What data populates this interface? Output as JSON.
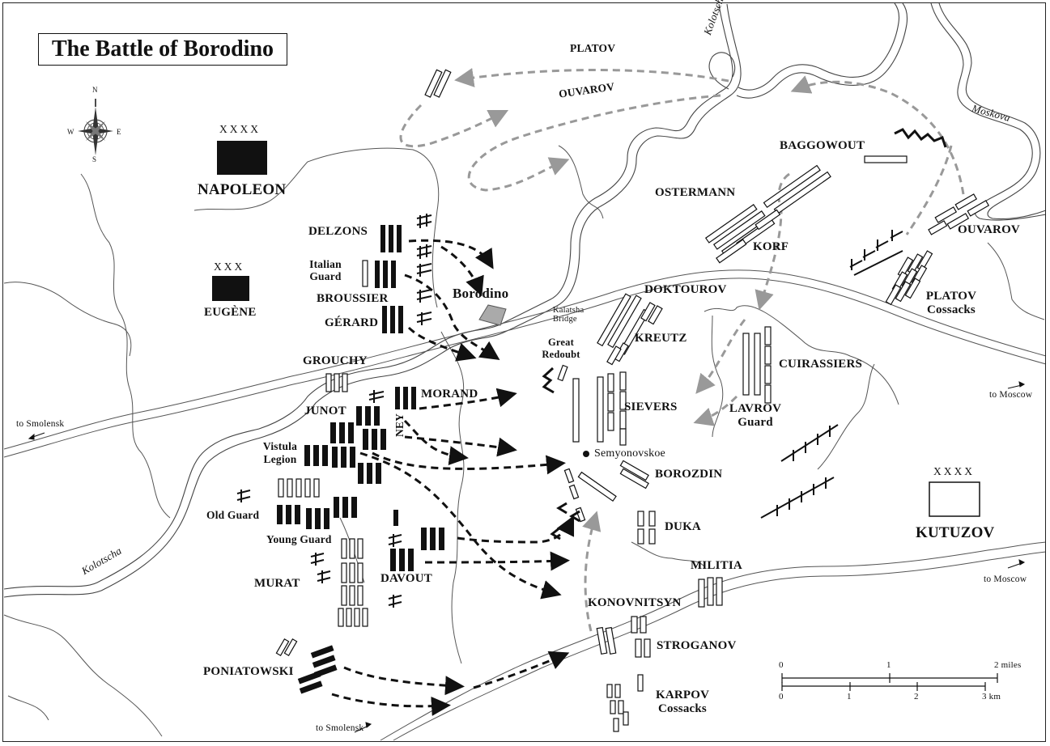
{
  "title": "The Battle of Borodino",
  "compass": {
    "n": "N",
    "s": "S",
    "e": "E",
    "w": "W",
    "icon": "compass-rose-icon"
  },
  "commanders": {
    "napoleon": {
      "name": "NAPOLEON",
      "echelon": "XXXX"
    },
    "eugene": {
      "name": "EUGÈNE",
      "echelon": "XXX"
    },
    "kutuzov": {
      "name": "KUTUZOV",
      "echelon": "XXXX"
    }
  },
  "french_units": {
    "delzons": "DELZONS",
    "italian_guard": "Italian Guard",
    "broussier": "BROUSSIER",
    "gerard": "GÉRARD",
    "grouchy": "GROUCHY",
    "junot": "JUNOT",
    "morand": "MORAND",
    "ney": "NEY",
    "vistula_legion": "Vistula Legion",
    "old_guard": "Old Guard",
    "young_guard": "Young Guard",
    "murat": "MURAT",
    "davout": "DAVOUT",
    "poniatowski": "PONIATOWSKI"
  },
  "russian_units": {
    "platov_top": "PLATOV",
    "ouvarov_top": "OUVAROV",
    "baggowout": "BAGGOWOUT",
    "ostermann": "OSTERMANN",
    "korf": "KORF",
    "ouvarov_right": "OUVAROV",
    "platov_cossacks": "PLATOV Cossacks",
    "doktourov": "DOKTOUROV",
    "kreutz": "KREUTZ",
    "cuirassiers": "CUIRASSIERS",
    "sievers": "SIEVERS",
    "lavrov_guard": "LAVROV Guard",
    "borozdin": "BOROZDIN",
    "duka": "DUKA",
    "militia": "MILITIA",
    "konovnitsyn": "KONOVNITSYN",
    "stroganov": "STROGANOV",
    "karpov_cossacks": "KARPOV Cossacks"
  },
  "places": {
    "borodino": "Borodino",
    "semyonovskoe": "Semyonovskoe",
    "great_redoubt": "Great Redoubt",
    "kalatsha_bridge": "Kalatsha Bridge"
  },
  "rivers": {
    "kolotscha_top": "Kolotscha",
    "moskova": "Moskova",
    "kolotscha_left": "Kolotscha"
  },
  "roads": {
    "to_smolensk_left": "to Smolensk",
    "to_smolensk_bottom": "to Smolensk",
    "to_moscow_top": "to Moscow",
    "to_moscow_bottom": "to Moscow"
  },
  "scale": {
    "miles": [
      "0",
      "1",
      "2 miles"
    ],
    "km": [
      "0",
      "1",
      "2",
      "3 km"
    ]
  },
  "colors": {
    "french": "#111111",
    "russian": "#ffffff",
    "russian_arrow": "#9a9a9a",
    "french_arrow": "#111111",
    "river": "#555555"
  }
}
